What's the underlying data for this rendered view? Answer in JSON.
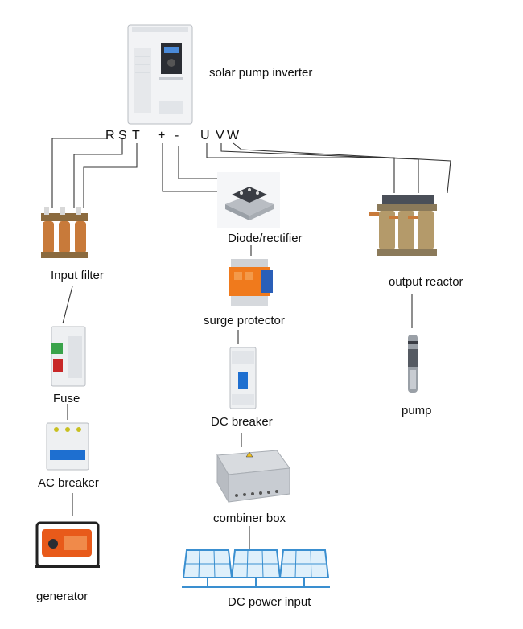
{
  "terminals": {
    "R": "R",
    "S": "S",
    "T": "T",
    "plus": "+",
    "minus": "-",
    "U": "U",
    "V": "V",
    "W": "W"
  },
  "labels": {
    "inverter": "solar pump inverter",
    "rectifier": "Diode/rectifier",
    "input_filter": "Input filter",
    "output_reactor": "output reactor",
    "surge_protector": "surge protector",
    "fuse": "Fuse",
    "dc_breaker": "DC breaker",
    "pump": "pump",
    "ac_breaker": "AC breaker",
    "combiner_box": "combiner box",
    "generator": "generator",
    "dc_power_input": "DC power input"
  },
  "colors": {
    "wire": "#333333",
    "panel_blue": "#3a8fd0",
    "surge_orange": "#f07a1c",
    "generator_orange": "#e85a1a",
    "copper": "#c87a3a",
    "breaker_blue": "#1e6fd0"
  }
}
